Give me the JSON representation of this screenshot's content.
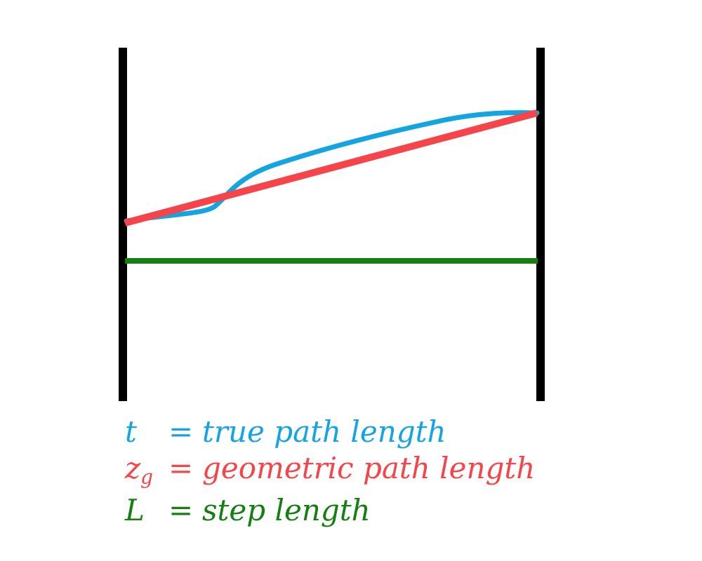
{
  "colors": {
    "wall": "#000000",
    "true_path": "#14a5e0",
    "geometric_path": "#f5444a",
    "step_length": "#157f13"
  },
  "legend": [
    {
      "key": "true_path",
      "symbol": "t",
      "subscript": "",
      "equals": "=",
      "description": "true path length"
    },
    {
      "key": "geometric_path",
      "symbol": "z",
      "subscript": "g",
      "equals": "=",
      "description": "geometric path length"
    },
    {
      "key": "step_length",
      "symbol": "L",
      "subscript": "",
      "equals": "=",
      "description": "step length"
    }
  ]
}
